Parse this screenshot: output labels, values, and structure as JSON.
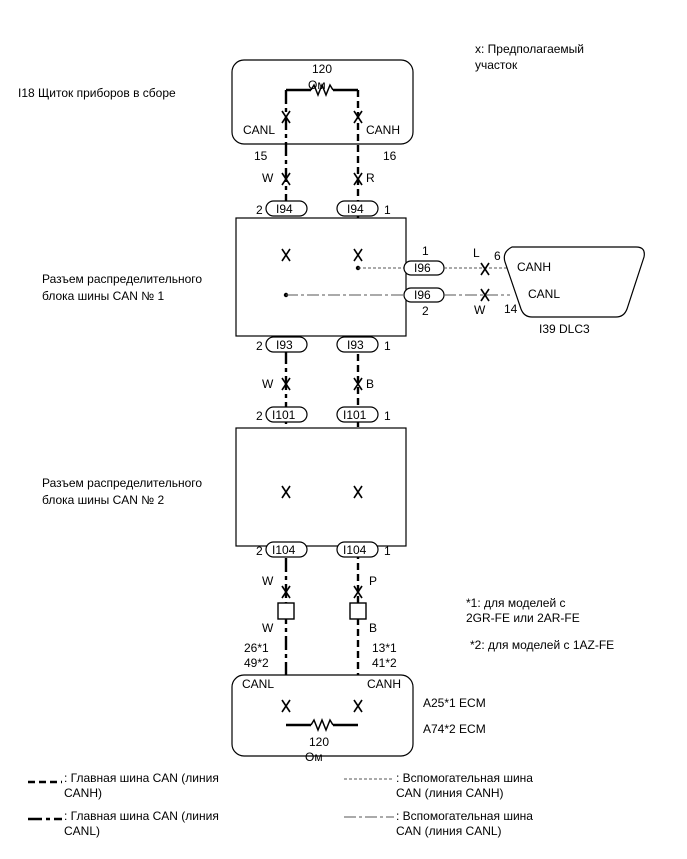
{
  "suspect_note_line1": "x: Предполагаемый",
  "suspect_note_line2": "участок",
  "meter": {
    "title": "I18 Щиток приборов в сборе",
    "resistor": "120",
    "resistor_unit": "Ом",
    "canl": "CANL",
    "canh": "CANH",
    "pin_l": "15",
    "pin_h": "16",
    "wire_l": "W",
    "wire_h": "R"
  },
  "jb1": {
    "label_line1": "Разъем распределительного",
    "label_line2": "блока шины CAN № 1",
    "conn_top": "I94",
    "conn_bottom": "I93",
    "pin_left": "2",
    "pin_right": "1",
    "wire_l": "W",
    "wire_h": "B"
  },
  "dlc": {
    "conn": "I96",
    "pin_h_in": "1",
    "pin_l_in": "2",
    "wire_h": "L",
    "wire_l": "W",
    "pin_h": "6",
    "pin_l": "14",
    "canh": "CANH",
    "canl": "CANL",
    "title": "I39  DLC3"
  },
  "jb2": {
    "label_line1": "Разъем распределительного",
    "label_line2": "блока шины CAN № 2",
    "conn_top": "I101",
    "conn_bottom": "I104",
    "pin_left": "2",
    "pin_right": "1",
    "wire_l": "W",
    "wire_h": "P"
  },
  "ecm": {
    "wire_l": "W",
    "wire_h": "B",
    "pin_l1": "26*1",
    "pin_l2": "49*2",
    "pin_h1": "13*1",
    "pin_h2": "41*2",
    "canl": "CANL",
    "canh": "CANH",
    "title1": "A25*1  ECM",
    "title2": "A74*2  ECM",
    "resistor": "120",
    "resistor_unit": "Ом"
  },
  "notes": {
    "n1_line1": "*1: для моделей с",
    "n1_line2": "2GR-FE или 2AR-FE",
    "n2": "*2: для моделей с 1AZ-FE"
  },
  "legend": {
    "canh_main_1": ": Главная шина CAN (линия",
    "canh_main_2": "CANH)",
    "canl_main_1": ": Главная шина CAN (линия",
    "canl_main_2": "CANL)",
    "canh_sub_1": ": Вспомогательная шина",
    "canh_sub_2": "CAN (линия CANH)",
    "canl_sub_1": ": Вспомогательная шина",
    "canl_sub_2": "CAN (линия CANL)"
  }
}
